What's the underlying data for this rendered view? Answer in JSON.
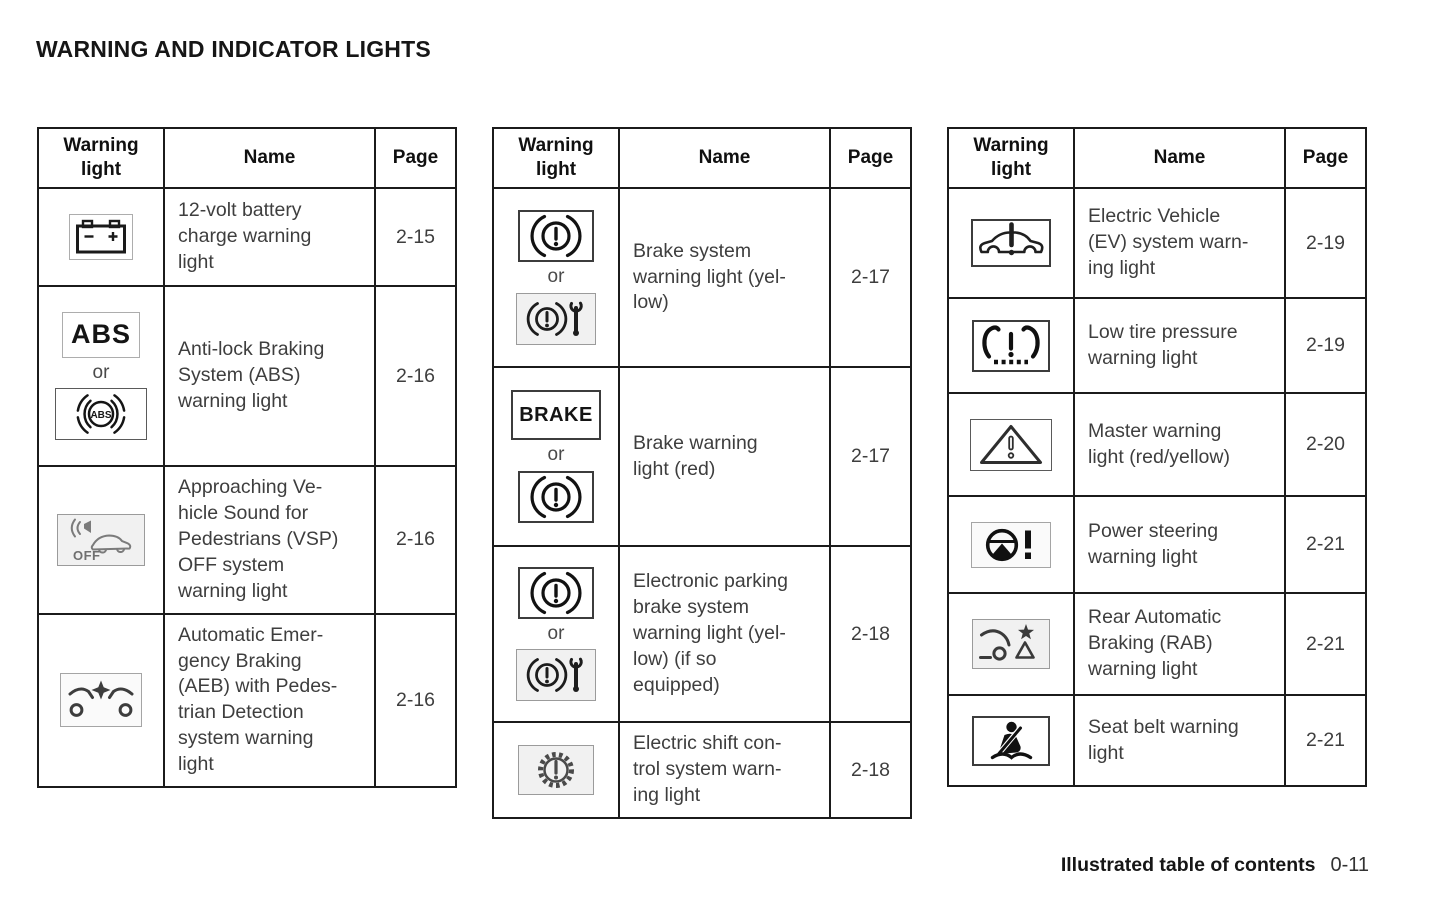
{
  "page": {
    "title": "WARNING AND INDICATOR LIGHTS",
    "footer": {
      "label": "Illustrated table of contents",
      "page_number": "0-11"
    },
    "ink_color": "#1b1b1b"
  },
  "table_headers": {
    "warning_light": "Warning light",
    "name": "Name",
    "page": "Page"
  },
  "icon_labels": {
    "abs": "ABS",
    "brake": "BRAKE",
    "vsp_off": "OFF"
  },
  "tables": [
    {
      "rows": [
        {
          "icons": [
            "battery-icon"
          ],
          "name": "12-volt battery\ncharge warning\nlight",
          "page": "2-15"
        },
        {
          "icons": [
            "abs-text-label",
            "abs-circle-icon"
          ],
          "or_label": "or",
          "name": "Anti-lock Braking\nSystem (ABS)\nwarning light",
          "page": "2-16"
        },
        {
          "icons": [
            "vsp-off-icon"
          ],
          "name": "Approaching Ve-\nhicle Sound for\nPedestrians (VSP)\nOFF system\nwarning light",
          "page": "2-16"
        },
        {
          "icons": [
            "aeb-pedestrian-icon"
          ],
          "name": "Automatic Emer-\ngency Braking\n(AEB) with Pedes-\ntrian Detection\nsystem warning\nlight",
          "page": "2-16"
        }
      ]
    },
    {
      "rows": [
        {
          "icons": [
            "brake-warning-icon",
            "brake-wrench-icon"
          ],
          "or_label": "or",
          "name": "Brake system\nwarning light (yel-\nlow)",
          "page": "2-17"
        },
        {
          "icons": [
            "brake-text-label",
            "brake-warning-icon"
          ],
          "or_label": "or",
          "name": "Brake warning\nlight (red)",
          "page": "2-17"
        },
        {
          "icons": [
            "brake-warning-icon",
            "brake-wrench-icon"
          ],
          "or_label": "or",
          "name": "Electronic parking\nbrake system\nwarning light (yel-\nlow) (if so\nequipped)",
          "page": "2-18"
        },
        {
          "icons": [
            "gear-warning-icon"
          ],
          "name": "Electric shift con-\ntrol system warn-\ning light",
          "page": "2-18"
        }
      ]
    },
    {
      "rows": [
        {
          "icons": [
            "ev-system-icon"
          ],
          "name": "Electric Vehicle\n(EV) system warn-\ning light",
          "page": "2-19"
        },
        {
          "icons": [
            "low-tire-pressure-icon"
          ],
          "name": "Low tire pressure\nwarning light",
          "page": "2-19"
        },
        {
          "icons": [
            "master-warning-icon"
          ],
          "name": "Master warning\nlight (red/yellow)",
          "page": "2-20"
        },
        {
          "icons": [
            "power-steering-icon"
          ],
          "name": "Power steering\nwarning light",
          "page": "2-21"
        },
        {
          "icons": [
            "rear-automatic-braking-icon"
          ],
          "name": "Rear Automatic\nBraking (RAB)\nwarning light",
          "page": "2-21"
        },
        {
          "icons": [
            "seat-belt-icon"
          ],
          "name": "Seat belt warning\nlight",
          "page": "2-21"
        }
      ]
    }
  ]
}
